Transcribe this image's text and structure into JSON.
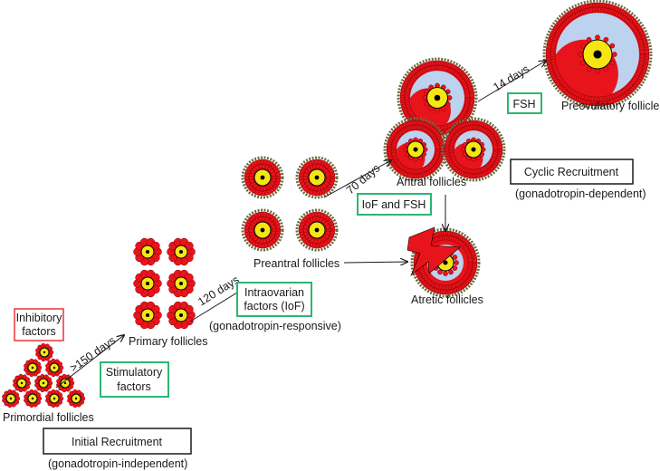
{
  "stages": {
    "primordial": "Primordial follicles",
    "primary": "Primary follicles",
    "preantral": "Preantral follicles",
    "antral": "Antral follicles",
    "preovulatory": "Preovulatory follicle",
    "atretic": "Atretic follicles"
  },
  "durations": {
    "primordial_to_primary": ">150 days",
    "primary_to_preantral": "120 days",
    "preantral_to_antral": "70 days",
    "antral_to_preovulatory": "14 days"
  },
  "factors": {
    "inhibitory_line1": "Inhibitory",
    "inhibitory_line2": "factors",
    "stimulatory_line1": "Stimulatory",
    "stimulatory_line2": "factors",
    "intraovarian_line1": "Intraovarian",
    "intraovarian_line2": "factors (IoF)",
    "intraovarian_note": "(gonadotropin-responsive)",
    "iof_fsh": "IoF and FSH",
    "fsh": "FSH"
  },
  "recruitment": {
    "initial": "Initial Recruitment",
    "initial_note": "(gonadotropin-independent)",
    "cyclic": "Cyclic Recruitment",
    "cyclic_note": "(gonadotropin-dependent)"
  },
  "colors": {
    "granulosa": "#e8141c",
    "granulosa_dark": "#8a0000",
    "oocyte": "#f5e612",
    "antrum": "#bcd2ee",
    "theca": "#6b6b40",
    "inhibitory_border": "#e8333b",
    "stimulatory_border": "#2bb673",
    "neutral_border": "#1a1a1a",
    "bolt": "#e8141c"
  },
  "icons": {
    "atresia": "lightning-bolt-icon"
  }
}
